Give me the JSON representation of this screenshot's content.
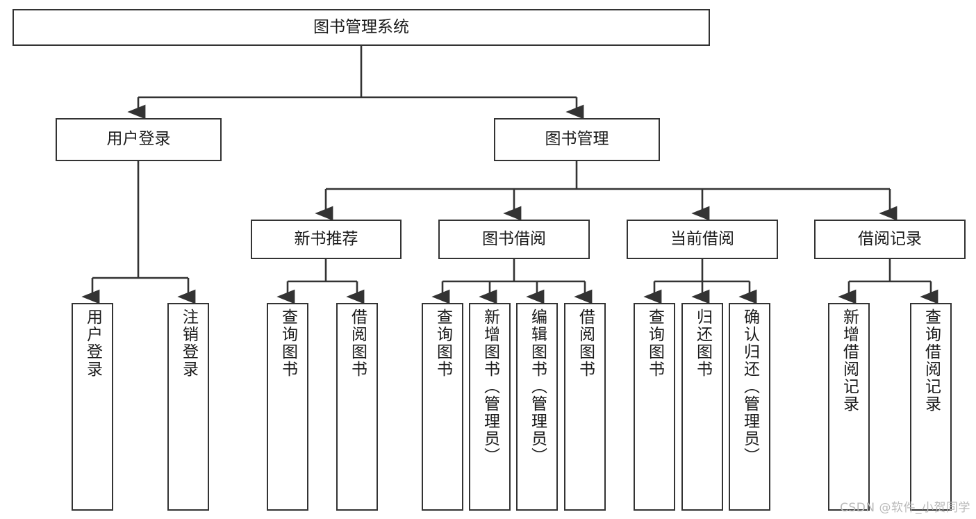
{
  "diagram": {
    "type": "hierarchy-tree",
    "title": "图书管理系统",
    "watermark": "CSDN @软件_小贺同学",
    "colors": {
      "box_border": "#333333",
      "box_fill": "#ffffff",
      "connector": "#333333",
      "text": "#1a1a1a",
      "watermark": "#b9b9b9",
      "background": "#ffffff"
    },
    "levels": {
      "root": {
        "label": "图书管理系统"
      },
      "level2": [
        {
          "id": "user-login",
          "label": "用户登录"
        },
        {
          "id": "book-manage",
          "label": "图书管理"
        }
      ],
      "level3": [
        {
          "id": "new-book-recommend",
          "label": "新书推荐",
          "parent": "book-manage"
        },
        {
          "id": "book-borrow",
          "label": "图书借阅",
          "parent": "book-manage"
        },
        {
          "id": "current-borrow",
          "label": "当前借阅",
          "parent": "book-manage"
        },
        {
          "id": "borrow-record",
          "label": "借阅记录",
          "parent": "book-manage"
        }
      ],
      "leaves": [
        {
          "id": "leaf-user-login",
          "label": "用户登录",
          "parent": "user-login"
        },
        {
          "id": "leaf-logout",
          "label": "注销登录",
          "parent": "user-login"
        },
        {
          "id": "leaf-query-book-1",
          "label": "查询图书",
          "parent": "new-book-recommend"
        },
        {
          "id": "leaf-borrow-book-1",
          "label": "借阅图书",
          "parent": "new-book-recommend"
        },
        {
          "id": "leaf-query-book-2",
          "label": "查询图书",
          "parent": "book-borrow"
        },
        {
          "id": "leaf-add-book",
          "label": "新增图书（管理员）",
          "parent": "book-borrow"
        },
        {
          "id": "leaf-edit-book",
          "label": "编辑图书（管理员）",
          "parent": "book-borrow"
        },
        {
          "id": "leaf-borrow-book-2",
          "label": "借阅图书",
          "parent": "book-borrow"
        },
        {
          "id": "leaf-query-book-3",
          "label": "查询图书",
          "parent": "current-borrow"
        },
        {
          "id": "leaf-return-book",
          "label": "归还图书",
          "parent": "current-borrow"
        },
        {
          "id": "leaf-confirm-return",
          "label": "确认归还（管理员）",
          "parent": "current-borrow"
        },
        {
          "id": "leaf-add-record",
          "label": "新增借阅记录",
          "parent": "borrow-record"
        },
        {
          "id": "leaf-query-record",
          "label": "查询借阅记录",
          "parent": "borrow-record"
        }
      ]
    }
  }
}
